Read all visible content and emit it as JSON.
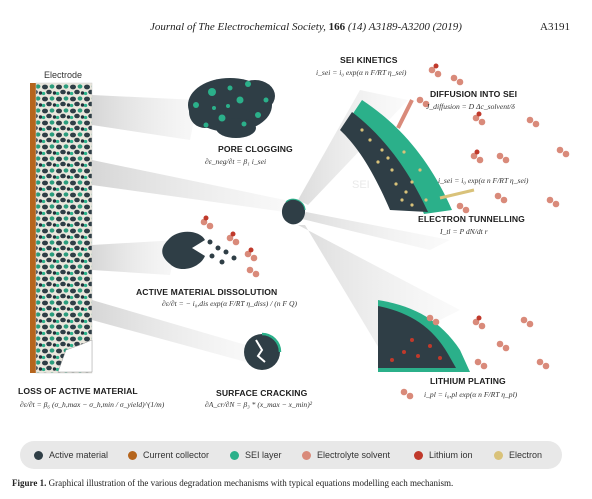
{
  "header": {
    "journal": "Journal of The Electrochemical Society,",
    "volume": "166",
    "issue_pages": "(14) A3189-A3200 (2019)",
    "page_number": "A3191"
  },
  "figure": {
    "electrode_label": "Electrode",
    "sei_label": "SEI",
    "mechanisms": {
      "pore_clogging": {
        "title": "PORE CLOGGING",
        "equation": "∂ε_neg/∂t = β₁ i_sei"
      },
      "active_material_dissolution": {
        "title": "ACTIVE MATERIAL DISSOLUTION",
        "equation": "∂ε/∂t = − i₀,dis exp(α F/RT η_diss) / (n F Q)"
      },
      "loss_of_active_material": {
        "title": "LOSS OF ACTIVE MATERIAL",
        "equation": "∂ε/∂t = β₆ (σ_h,max − σ_h,min / σ_yield)^(1/m)"
      },
      "surface_cracking": {
        "title": "SURFACE CRACKING",
        "equation": "∂A_cr/∂N = β₃ * (x_max − x_min)²"
      },
      "sei_kinetics": {
        "title": "SEI KINETICS",
        "equation": "i_sei = i₀ exp(α n F/RT η_sei)"
      },
      "diffusion_into_sei": {
        "title": "DIFFUSION INTO SEI",
        "equation": "J_diffusion = D Δc_solvent/δ"
      },
      "sei_rate": {
        "equation": "i_sei = i₀ exp(α n F/RT η_sei)"
      },
      "electron_tunnelling": {
        "title": "ELECTRON TUNNELLING",
        "equation": "I_tl = P dN/dt r"
      },
      "lithium_plating": {
        "title": "LITHIUM PLATING",
        "equation": "i_pl = i₀,pl exp(α n F/RT η_pl)"
      }
    }
  },
  "legend": {
    "items": [
      {
        "label": "Active material",
        "color": "#2f3e46"
      },
      {
        "label": "Current collector",
        "color": "#b5651d"
      },
      {
        "label": "SEI layer",
        "color": "#2bb08a"
      },
      {
        "label": "Electrolyte solvent",
        "color": "#d98a7a"
      },
      {
        "label": "Lithium ion",
        "color": "#c0392b"
      },
      {
        "label": "Electron",
        "color": "#d9c27a"
      }
    ]
  },
  "caption": {
    "label": "Figure 1.",
    "text": "Graphical illustration of the various degradation mechanisms with typical equations modelling each mechanism."
  }
}
